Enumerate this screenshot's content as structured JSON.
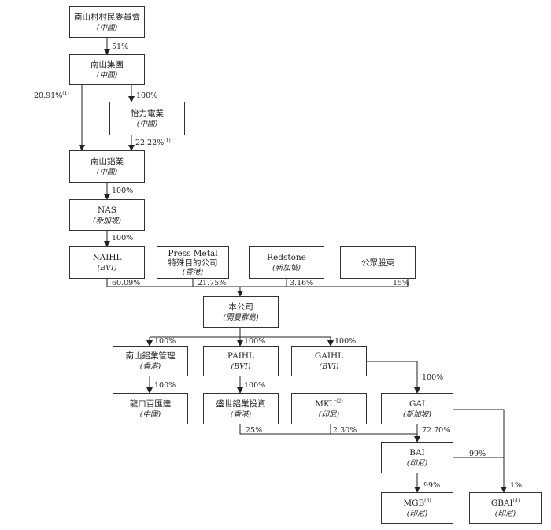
{
  "entities": {
    "nanshan_village": {
      "name": "南山村村民委員會",
      "jur": "(中國)"
    },
    "nanshan_group": {
      "name": "南山集團",
      "jur": "(中國)"
    },
    "yili_power": {
      "name": "怡力電業",
      "jur": "(中國)"
    },
    "nanshan_aluminium": {
      "name": "南山鋁業",
      "jur": "(中國)"
    },
    "nas": {
      "name": "NAS",
      "jur": "(新加坡)"
    },
    "naihl": {
      "name": "NAIHL",
      "jur": "(BVI)"
    },
    "press_metal": {
      "name1": "Press Metal",
      "name2": "特殊目的公司",
      "jur": "(香港)"
    },
    "redstone": {
      "name": "Redstone",
      "jur": "(新加坡)"
    },
    "public": {
      "name": "公眾股東"
    },
    "company": {
      "name": "本公司",
      "jur": "(開曼群島)"
    },
    "ns_al_mgmt": {
      "name": "南山鋁業管理",
      "jur": "(香港)"
    },
    "paihl": {
      "name": "PAIHL",
      "jur": "(BVI)"
    },
    "gaihl": {
      "name": "GAIHL",
      "jur": "(BVI)"
    },
    "longkou": {
      "name": "龍口百匯達",
      "jur": "(中國)"
    },
    "shengshi": {
      "name": "盛世鋁業投資",
      "jur": "(香港)"
    },
    "mku": {
      "name": "MKU",
      "note": "(2)",
      "jur": "(印尼)"
    },
    "gai": {
      "name": "GAI",
      "jur": "(新加坡)"
    },
    "bai": {
      "name": "BAI",
      "jur": "(印尼)"
    },
    "mgb": {
      "name": "MGB",
      "note": "(3)",
      "jur": "(印尼)"
    },
    "gbai": {
      "name": "GBAI",
      "note": "(4)",
      "jur": "(印尼)"
    }
  },
  "percentages": {
    "village_to_group": "51%",
    "group_to_aluminium": "20.91%",
    "group_to_aluminium_note": "(1)",
    "group_to_yili": "100%",
    "yili_to_aluminium": "22.22%",
    "yili_to_aluminium_note": "(1)",
    "aluminium_to_nas": "100%",
    "nas_to_naihl": "100%",
    "naihl_to_company": "60.09%",
    "press_metal_to_company": "21.75%",
    "redstone_to_company": "3.16%",
    "public_to_company": "15%",
    "company_to_ns_mgmt": "100%",
    "company_to_paihl": "100%",
    "company_to_gaihl": "100%",
    "ns_mgmt_to_longkou": "100%",
    "paihl_to_shengshi": "100%",
    "gaihl_to_gai": "100%",
    "shengshi_to_bai": "25%",
    "mku_to_bai": "2.30%",
    "gai_to_bai": "72.70%",
    "gai_to_gbai": "99%",
    "bai_to_mgb": "99%",
    "bai_to_gbai": "1%"
  }
}
